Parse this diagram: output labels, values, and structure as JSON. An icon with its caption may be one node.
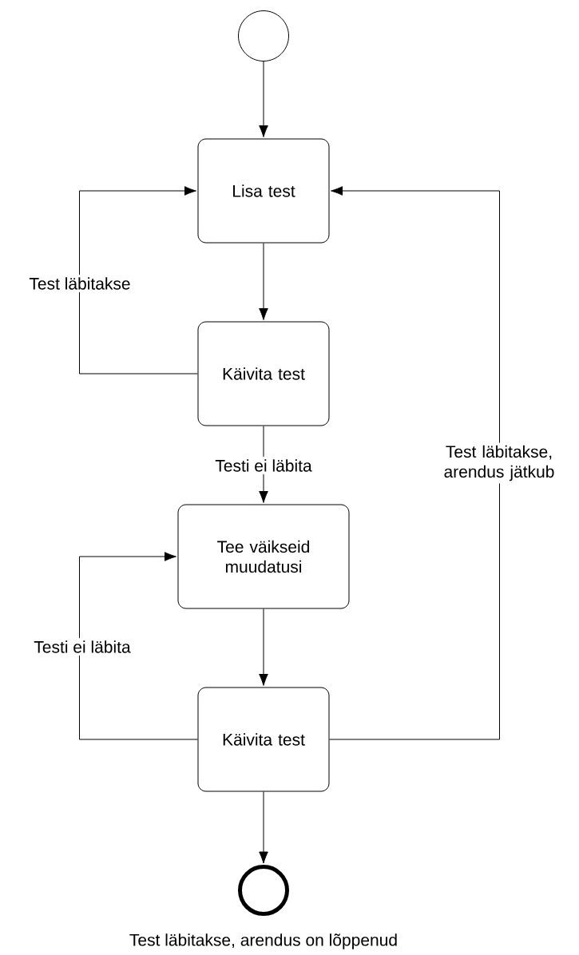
{
  "diagram": {
    "nodes": [
      {
        "text": [],
        "shape": "circle"
      },
      {
        "text": [
          "Lisa test"
        ]
      },
      {
        "text": [
          "Käivita test"
        ]
      },
      {
        "text": [
          "Tee väikseid muudatusi"
        ]
      },
      {
        "text": [
          "Käivita test"
        ]
      },
      {
        "text": [],
        "shape": "circle",
        "beside": [
          "Test läbitakse, arendus on lõppenud"
        ]
      }
    ],
    "edges": [
      {
        "from": 0,
        "to": 1,
        "arrow": "to"
      },
      {
        "from": 1,
        "to": 2,
        "arrow": "to"
      },
      {
        "from": 2,
        "to": 1,
        "arrow": "to",
        "label": "Test läbitakse"
      },
      {
        "from": 2,
        "to": 3,
        "arrow": "to",
        "label": "Testi ei läbita"
      },
      {
        "from": 3,
        "to": 4,
        "arrow": "to"
      },
      {
        "from": 4,
        "to": 3,
        "arrow": "to",
        "label": "Testi ei läbita"
      },
      {
        "from": 4,
        "to": 1,
        "arrow": "to",
        "label": "Test läbitakse, arendus jätkub"
      },
      {
        "from": 4,
        "to": 5,
        "arrow": "to"
      }
    ]
  }
}
